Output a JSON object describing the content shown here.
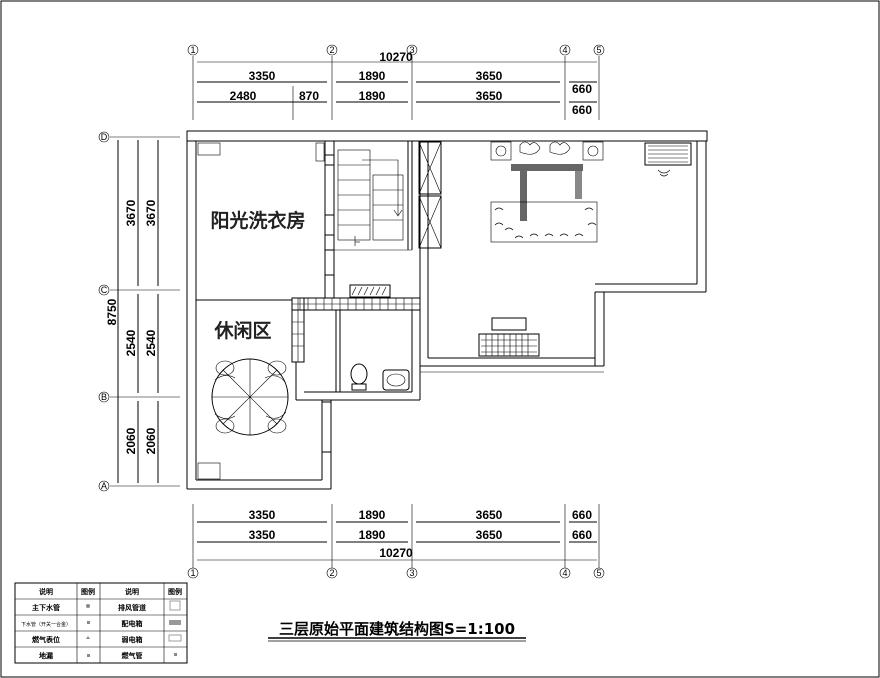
{
  "title": "三层原始平面建筑结构图S=1:100",
  "rooms": {
    "laundry": "阳光洗衣房",
    "leisure": "休闲区"
  },
  "grid_axes": {
    "vertical": [
      "1",
      "2",
      "3",
      "4",
      "5"
    ],
    "horizontal": [
      "D",
      "C",
      "B",
      "A"
    ]
  },
  "dimensions": {
    "top_total": "10270",
    "top_row1": [
      "3350",
      "1890",
      "3650",
      "660"
    ],
    "top_row2": [
      "2480",
      "870",
      "1890",
      "3650",
      "660"
    ],
    "left_total": "8750",
    "left_outer": [
      "3670",
      "2540",
      "2060"
    ],
    "left_inner": [
      "3670",
      "2540",
      "2060"
    ],
    "bottom_row1": [
      "3350",
      "1890",
      "3650",
      "660"
    ],
    "bottom_row2": [
      "3350",
      "1890",
      "3650",
      "660"
    ],
    "bottom_total": "10270"
  },
  "legend": {
    "headers": [
      "说明",
      "图例",
      "说明",
      "图例"
    ],
    "rows": [
      [
        "主下水管",
        "排风管道"
      ],
      [
        "下水管（开关一合金）",
        "配电箱"
      ],
      [
        "燃气表位",
        "弱电箱"
      ],
      [
        "地漏",
        "燃气管"
      ]
    ]
  }
}
